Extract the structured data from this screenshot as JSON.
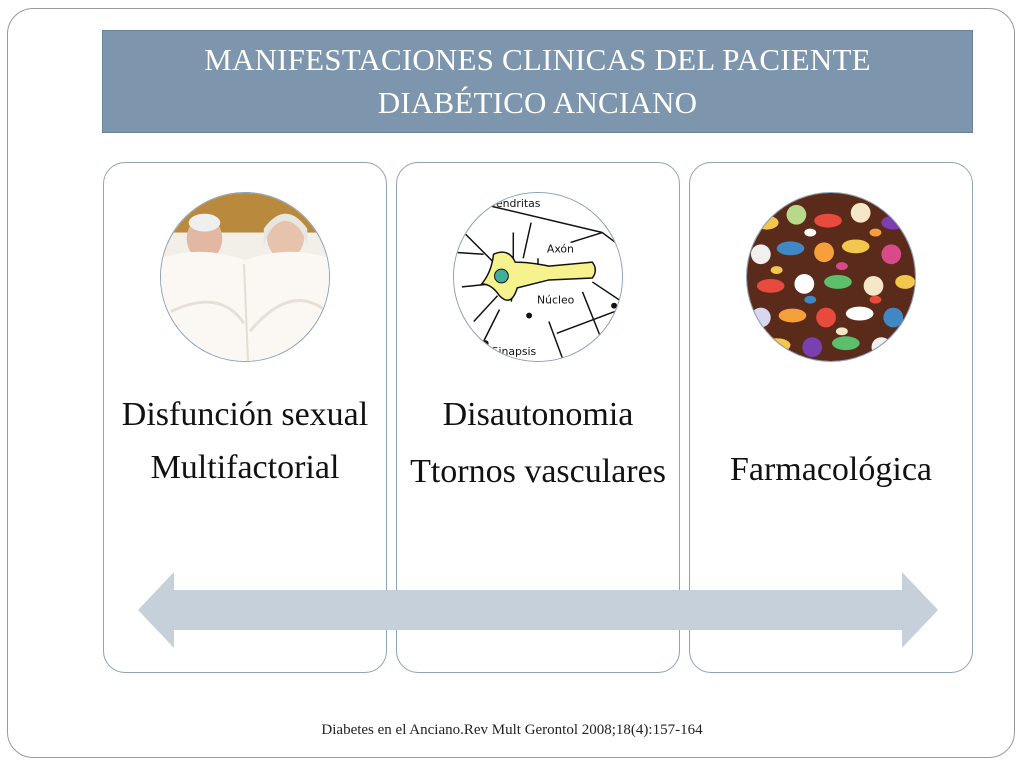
{
  "slide": {
    "title": "MANIFESTACIONES CLINICAS DEL PACIENTE DIABÉTICO ANCIANO",
    "citation": "Diabetes en el Anciano.Rev Mult Gerontol 2008;18(4):157-164"
  },
  "cards": [
    {
      "image": "elderly-couple-in-bed-photo",
      "lines": [
        "Disfunción sexual",
        "Multifactorial"
      ]
    },
    {
      "image": "neuron-diagram",
      "diagram_labels": [
        "Dendritas",
        "Axón",
        "Núcleo",
        "Sinapsis"
      ],
      "lines": [
        "Disautonomia",
        "Ttornos vasculares"
      ]
    },
    {
      "image": "pills-photo",
      "lines": [
        "Farmacológica"
      ]
    }
  ],
  "arrow": {
    "type": "double-headed",
    "color": "#c5d0db"
  },
  "colors": {
    "title_bg": "#7d96ad",
    "title_text": "#ffffff",
    "card_border": "#8ea2b8",
    "arrow": "#c5d0db"
  }
}
